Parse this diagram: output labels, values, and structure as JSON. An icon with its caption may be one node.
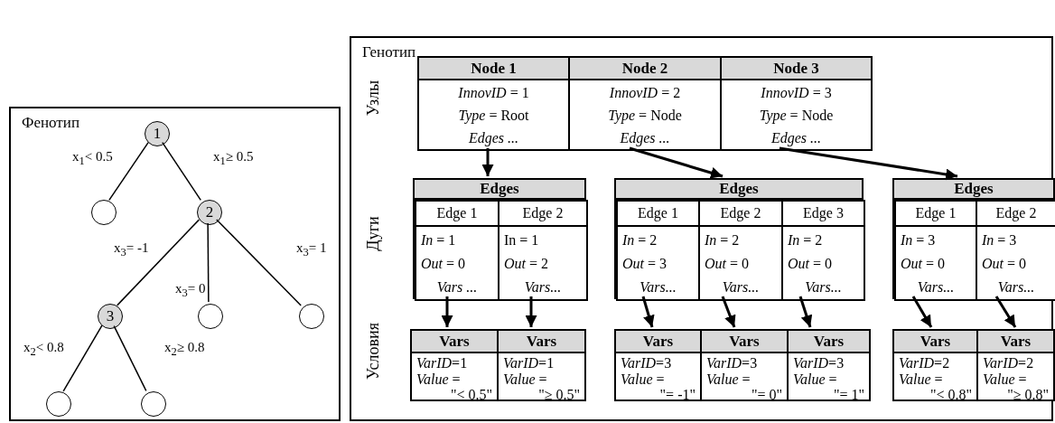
{
  "diagram": {
    "nodes": [
      {
        "text": [
          "Фенотип"
        ]
      },
      {
        "text": [
          "1"
        ],
        "in": 0
      },
      {
        "text": [],
        "shape": "circle",
        "in": 0
      },
      {
        "text": [
          "2"
        ],
        "in": 0
      },
      {
        "text": [
          "3"
        ],
        "in": 0
      },
      {
        "text": [],
        "shape": "circle",
        "in": 0
      },
      {
        "text": [],
        "shape": "circle",
        "in": 0
      },
      {
        "text": [],
        "shape": "circle",
        "in": 0
      },
      {
        "text": [],
        "shape": "circle",
        "in": 0
      },
      {
        "text": [
          "Генотип"
        ]
      },
      {
        "text": [
          "Node 1",
          "*InnovID* = 1",
          "*Type* = Root",
          "*Edges ...*"
        ],
        "in": 9
      },
      {
        "text": [
          "Node 2",
          "*InnovID* = 2",
          "*Type* = Node",
          "*Edges ...*"
        ],
        "in": 9
      },
      {
        "text": [
          "Node 3",
          "*InnovID* = 3",
          "*Type* = Node",
          "*Edges ...*"
        ],
        "in": 9
      },
      {
        "text": [
          "Edges"
        ],
        "in": 9
      },
      {
        "text": [
          "Edge 1",
          "*In* = 1",
          "*Out* = 0",
          "*Vars ...*"
        ],
        "in": 13
      },
      {
        "text": [
          "Edge 2",
          "In = 1",
          "*Out* = 2",
          "*Vars...*"
        ],
        "in": 13
      },
      {
        "text": [
          "Edges"
        ],
        "in": 9
      },
      {
        "text": [
          "Edge 1",
          "*In* = 2",
          "*Out* = 3",
          "*Vars...*"
        ],
        "in": 16
      },
      {
        "text": [
          "Edge 2",
          "*In* = 2",
          "*Out* = 0",
          "*Vars...*"
        ],
        "in": 16
      },
      {
        "text": [
          "Edge 3",
          "*In* = 2",
          "*Out* = 0",
          "*Vars...*"
        ],
        "in": 16
      },
      {
        "text": [
          "Edges"
        ],
        "in": 9
      },
      {
        "text": [
          "Edge 1",
          "*In* = 3",
          "*Out* = 0",
          "*Vars...*"
        ],
        "in": 20
      },
      {
        "text": [
          "Edge 2",
          "*In* = 3",
          "*Out* = 0",
          "*Vars...*"
        ],
        "in": 20
      },
      {
        "text": [
          "Vars",
          "*VarID*=1",
          "*Value* =",
          "\"< 0.5\""
        ],
        "in": 9
      },
      {
        "text": [
          "Vars",
          "*VarID*=1",
          "*Value* =",
          "\"≥ 0.5\""
        ],
        "in": 9
      },
      {
        "text": [
          "Vars",
          "*VarID*=3",
          "*Value* =",
          "\"= -1\""
        ],
        "in": 9
      },
      {
        "text": [
          "Vars",
          "*VarID*=3",
          "*Value* =",
          "\"= 0\""
        ],
        "in": 9
      },
      {
        "text": [
          "Vars",
          "*VarID*=3",
          "*Value* =",
          "\"= 1\""
        ],
        "in": 9
      },
      {
        "text": [
          "Vars",
          "*VarID*=2",
          "*Value* =",
          "\"< 0.8\""
        ],
        "in": 9
      },
      {
        "text": [
          "Vars",
          "*VarID*=2",
          "*Value* =",
          "\"≥ 0.8\""
        ],
        "in": 9
      }
    ],
    "edges": [
      {
        "from": 1,
        "to": 2,
        "arrow": "none",
        "label": "x$_{1}$< 0.5"
      },
      {
        "from": 1,
        "to": 3,
        "arrow": "none",
        "label": "x$_{1}$≥ 0.5"
      },
      {
        "from": 3,
        "to": 4,
        "arrow": "none",
        "label": "x$_{3}$= -1"
      },
      {
        "from": 3,
        "to": 5,
        "arrow": "none",
        "label": "x$_{3}$= 0"
      },
      {
        "from": 3,
        "to": 6,
        "arrow": "none",
        "label": "x$_{3}$= 1"
      },
      {
        "from": 4,
        "to": 7,
        "arrow": "none",
        "label": "x$_{2}$< 0.8"
      },
      {
        "from": 4,
        "to": 8,
        "arrow": "none",
        "label": "x$_{2}$≥ 0.8"
      },
      {
        "from": 10,
        "to": 13,
        "arrow": "to"
      },
      {
        "from": 11,
        "to": 16,
        "arrow": "to"
      },
      {
        "from": 12,
        "to": 20,
        "arrow": "to"
      },
      {
        "from": 14,
        "to": 23,
        "arrow": "to"
      },
      {
        "from": 15,
        "to": 24,
        "arrow": "to"
      },
      {
        "from": 17,
        "to": 25,
        "arrow": "to"
      },
      {
        "from": 18,
        "to": 26,
        "arrow": "to"
      },
      {
        "from": 19,
        "to": 27,
        "arrow": "to"
      },
      {
        "from": 21,
        "to": 28,
        "arrow": "to"
      },
      {
        "from": 22,
        "to": 29,
        "arrow": "to"
      }
    ],
    "labels": [
      "Узлы",
      "Дуги",
      "Условия"
    ]
  }
}
